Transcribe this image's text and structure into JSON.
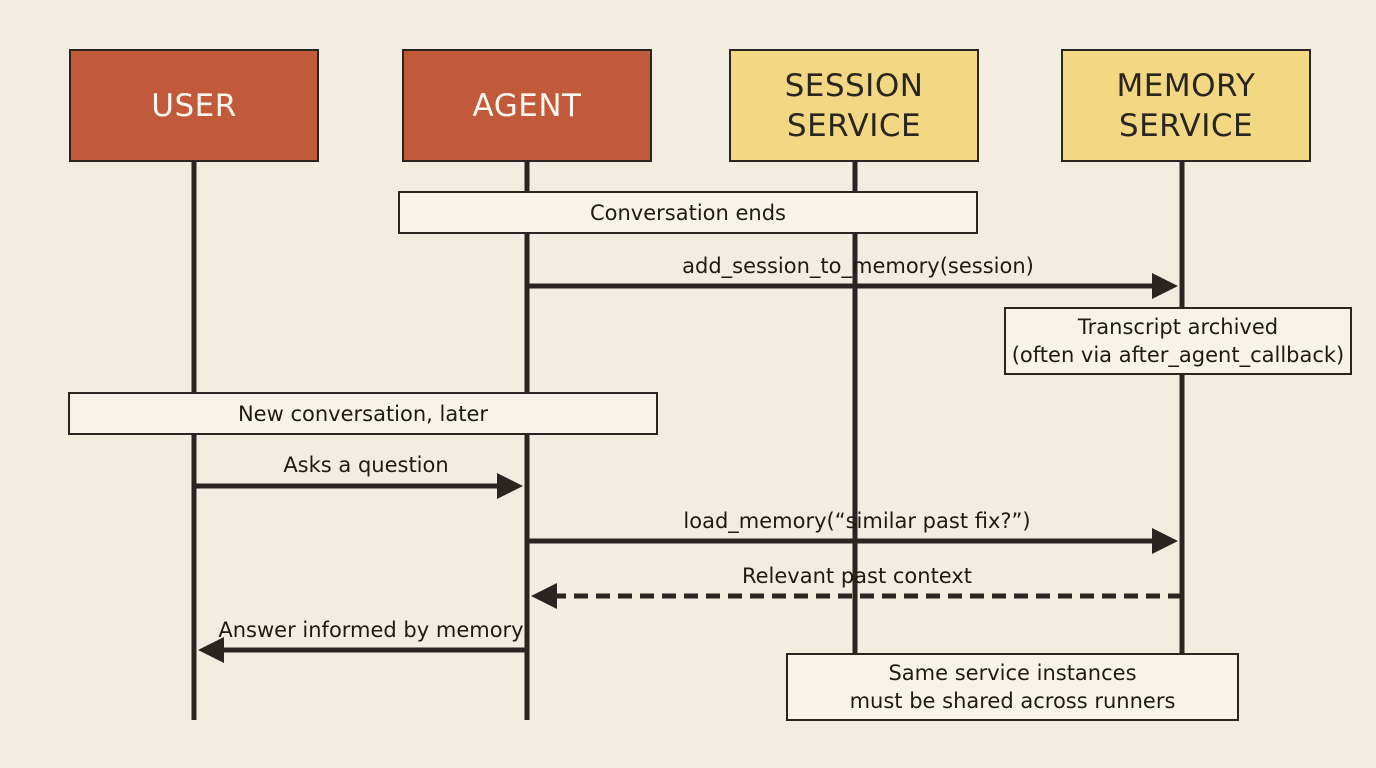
{
  "colors": {
    "background": "#f2ede0",
    "actor_warm": "#c05a3a",
    "actor_cool": "#f2d882",
    "line": "#2a2520"
  },
  "actors": [
    {
      "id": "user",
      "lines": [
        "USER"
      ],
      "style": "warm"
    },
    {
      "id": "agent",
      "lines": [
        "AGENT"
      ],
      "style": "warm"
    },
    {
      "id": "session-service",
      "lines": [
        "SESSION",
        "SERVICE"
      ],
      "style": "cool"
    },
    {
      "id": "memory-service",
      "lines": [
        "MEMORY",
        "SERVICE"
      ],
      "style": "cool"
    }
  ],
  "notes": [
    {
      "id": "conversation-ends",
      "lines": [
        "Conversation ends"
      ]
    },
    {
      "id": "transcript-archived",
      "lines": [
        "Transcript archived",
        "(often via after_agent_callback)"
      ]
    },
    {
      "id": "new-conversation",
      "lines": [
        "New conversation, later"
      ]
    },
    {
      "id": "shared-instances",
      "lines": [
        "Same service instances",
        "must be shared across runners"
      ]
    }
  ],
  "messages": [
    {
      "id": "add-session",
      "from": "agent",
      "to": "memory-service",
      "label": "add_session_to_memory(session)",
      "dashed": false
    },
    {
      "id": "asks-question",
      "from": "user",
      "to": "agent",
      "label": "Asks a question",
      "dashed": false
    },
    {
      "id": "load-memory",
      "from": "agent",
      "to": "memory-service",
      "label": "load_memory(“similar past fix?”)",
      "dashed": false
    },
    {
      "id": "relevant-context",
      "from": "memory-service",
      "to": "agent",
      "label": "Relevant past context",
      "dashed": true
    },
    {
      "id": "answer-informed",
      "from": "agent",
      "to": "user",
      "label": "Answer informed by memory",
      "dashed": false
    }
  ]
}
